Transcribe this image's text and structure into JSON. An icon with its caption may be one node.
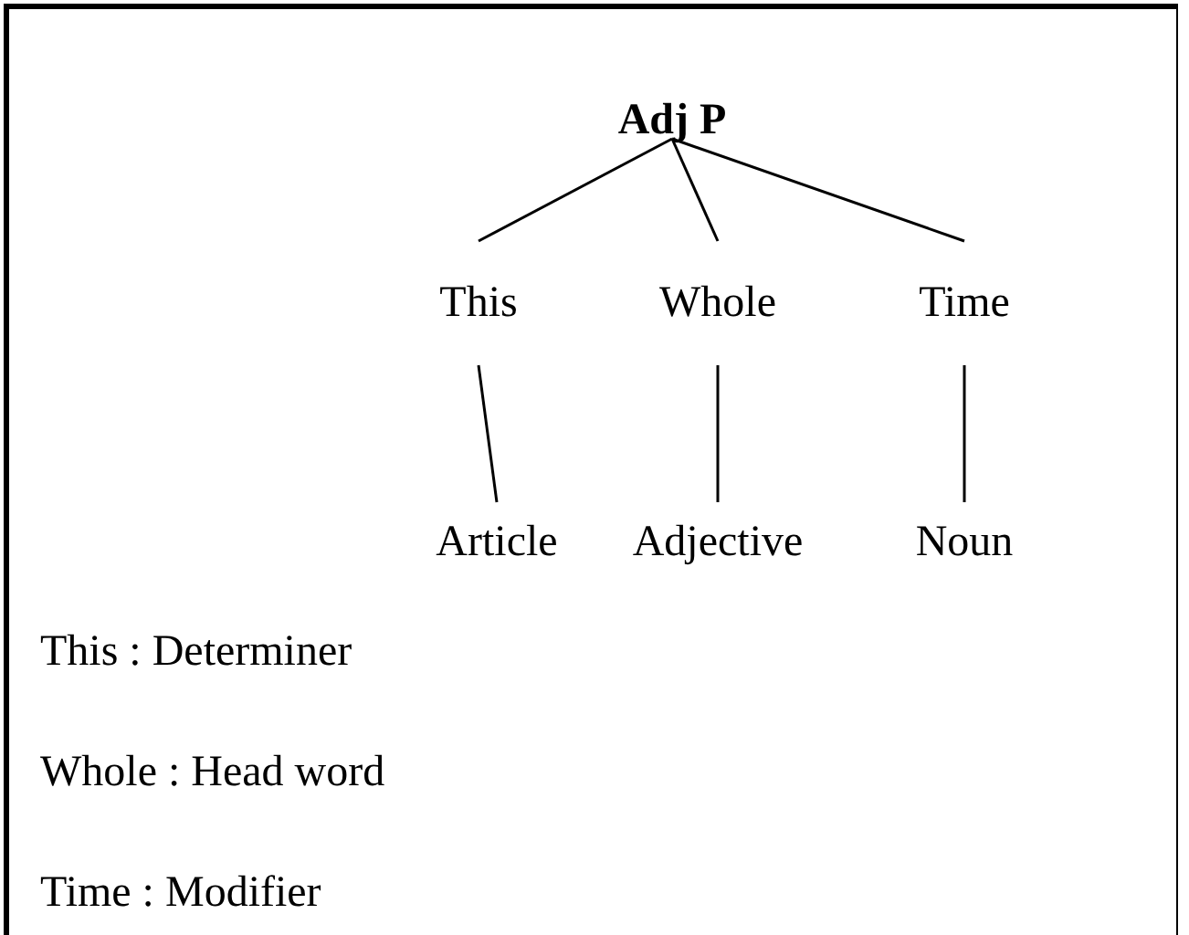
{
  "diagram": {
    "nodes": [
      {
        "text": [
          "Adj P"
        ]
      },
      {
        "text": [
          "This"
        ]
      },
      {
        "text": [
          "Whole"
        ]
      },
      {
        "text": [
          "Time"
        ]
      },
      {
        "text": [
          "Article"
        ]
      },
      {
        "text": [
          "Adjective"
        ]
      },
      {
        "text": [
          "Noun"
        ]
      }
    ],
    "edges": [
      {
        "from": 0,
        "to": 1,
        "arrow": "none"
      },
      {
        "from": 0,
        "to": 2,
        "arrow": "none"
      },
      {
        "from": 0,
        "to": 3,
        "arrow": "none"
      },
      {
        "from": 1,
        "to": 4,
        "arrow": "none"
      },
      {
        "from": 2,
        "to": 5,
        "arrow": "none"
      },
      {
        "from": 3,
        "to": 6,
        "arrow": "none"
      }
    ],
    "labels": [
      "This : Determiner",
      "Whole : Head word",
      "Time : Modifier"
    ]
  }
}
